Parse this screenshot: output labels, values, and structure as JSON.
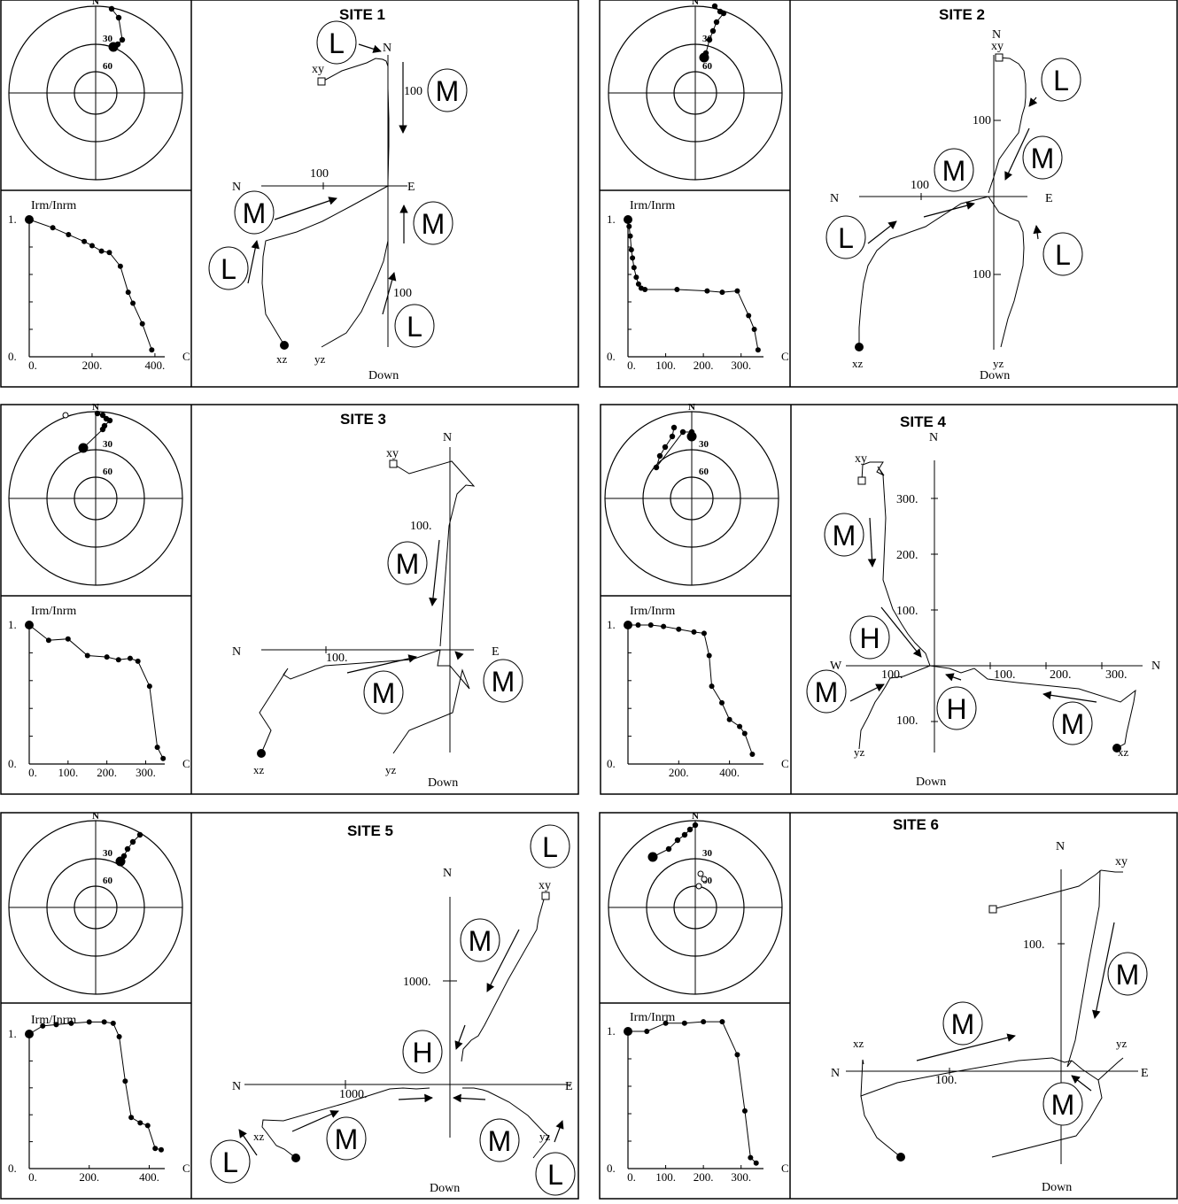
{
  "sites": [
    {
      "title": "SITE 1",
      "polar_labels": [
        "N",
        "30",
        "60"
      ],
      "polar": [
        [
          18,
          -95
        ],
        [
          26,
          -85
        ],
        [
          30,
          -60
        ],
        [
          25,
          -55
        ],
        [
          20,
          -52
        ]
      ],
      "polar_open": [],
      "decay": {
        "ylabel": "Irm/Inrm",
        "y0": "0.",
        "y1": "1.",
        "unit": "C",
        "xticks": [
          {
            "v": 0,
            "t": "0."
          },
          {
            "v": 200,
            "t": "200."
          },
          {
            "v": 400,
            "t": "400."
          }
        ],
        "xmax": 420,
        "points": [
          [
            0,
            1.0
          ],
          [
            75,
            0.94
          ],
          [
            125,
            0.89
          ],
          [
            175,
            0.84
          ],
          [
            200,
            0.81
          ],
          [
            230,
            0.77
          ],
          [
            255,
            0.76
          ],
          [
            290,
            0.66
          ],
          [
            315,
            0.47
          ],
          [
            330,
            0.39
          ],
          [
            360,
            0.24
          ],
          [
            390,
            0.05
          ]
        ]
      },
      "axes": {
        "N": "N",
        "E": "E",
        "down": "Down",
        "xy": "xy",
        "xz": "xz",
        "yz": "yz",
        "tick_h": "100",
        "tick_v": "100",
        "tick_v2": "100"
      },
      "markers": [
        "L",
        "M",
        "M",
        "M",
        "L",
        "L"
      ]
    },
    {
      "title": "SITE 2",
      "polar_labels": [
        "N",
        "30",
        "60"
      ],
      "polar": [
        [
          22,
          -98
        ],
        [
          28,
          -92
        ],
        [
          32,
          -90
        ],
        [
          24,
          -80
        ],
        [
          20,
          -70
        ],
        [
          16,
          -60
        ],
        [
          12,
          -45
        ],
        [
          10,
          -40
        ]
      ],
      "polar_open": [],
      "decay": {
        "ylabel": "Irm/Inrm",
        "y0": "0.",
        "y1": "1.",
        "unit": "C",
        "xticks": [
          {
            "v": 0,
            "t": "0."
          },
          {
            "v": 100,
            "t": "100."
          },
          {
            "v": 200,
            "t": "200."
          },
          {
            "v": 300,
            "t": "300."
          }
        ],
        "xmax": 350,
        "points": [
          [
            0,
            1.0
          ],
          [
            3,
            0.95
          ],
          [
            6,
            0.88
          ],
          [
            9,
            0.78
          ],
          [
            12,
            0.72
          ],
          [
            16,
            0.65
          ],
          [
            22,
            0.58
          ],
          [
            28,
            0.53
          ],
          [
            35,
            0.5
          ],
          [
            45,
            0.49
          ],
          [
            130,
            0.49
          ],
          [
            210,
            0.48
          ],
          [
            250,
            0.47
          ],
          [
            290,
            0.48
          ],
          [
            320,
            0.3
          ],
          [
            335,
            0.2
          ],
          [
            345,
            0.05
          ]
        ]
      },
      "axes": {
        "N": "N",
        "E": "E",
        "down": "Down",
        "xy": "xy",
        "xz": "xz",
        "yz": "yz",
        "tick_h": "100",
        "tick_v": "100",
        "tick_v2": "100"
      },
      "markers": [
        "L",
        "M",
        "M",
        "L",
        "L"
      ]
    },
    {
      "title": "SITE 3",
      "polar_labels": [
        "N",
        "30",
        "60"
      ],
      "polar": [
        [
          2,
          -96
        ],
        [
          8,
          -94
        ],
        [
          12,
          -90
        ],
        [
          16,
          -88
        ],
        [
          10,
          -82
        ],
        [
          8,
          -78
        ],
        [
          -14,
          -57
        ]
      ],
      "polar_open": [
        [
          -34,
          -94
        ]
      ],
      "decay": {
        "ylabel": "Irm/Inrm",
        "y0": "0.",
        "y1": "1.",
        "unit": "C",
        "xticks": [
          {
            "v": 0,
            "t": "0."
          },
          {
            "v": 100,
            "t": "100."
          },
          {
            "v": 200,
            "t": "200."
          },
          {
            "v": 300,
            "t": "300."
          }
        ],
        "xmax": 340,
        "points": [
          [
            0,
            1.0
          ],
          [
            50,
            0.89
          ],
          [
            100,
            0.9
          ],
          [
            150,
            0.78
          ],
          [
            200,
            0.77
          ],
          [
            230,
            0.75
          ],
          [
            260,
            0.76
          ],
          [
            280,
            0.74
          ],
          [
            310,
            0.56
          ],
          [
            330,
            0.12
          ],
          [
            345,
            0.04
          ]
        ]
      },
      "axes": {
        "N": "N",
        "E": "E",
        "down": "Down",
        "xy": "xy",
        "xz": "xz",
        "yz": "yz",
        "tick_h": "100.",
        "tick_v": "100.",
        "tick_v2": ""
      },
      "markers": [
        "M",
        "M",
        "M"
      ]
    },
    {
      "title": "SITE 4",
      "polar_labels": [
        "N",
        "30",
        "60"
      ],
      "polar": [
        [
          -20,
          -80
        ],
        [
          -22,
          -70
        ],
        [
          -30,
          -58
        ],
        [
          -36,
          -48
        ],
        [
          -40,
          -35
        ],
        [
          -10,
          -75
        ],
        [
          0,
          -75
        ],
        [
          0,
          -70
        ]
      ],
      "polar_open": [],
      "decay": {
        "ylabel": "Irm/Inrm",
        "y0": "0.",
        "y1": "1.",
        "unit": "C",
        "xticks": [
          {
            "v": 200,
            "t": "200."
          },
          {
            "v": 400,
            "t": "400."
          }
        ],
        "xmax": 520,
        "points": [
          [
            0,
            1.0
          ],
          [
            40,
            1.0
          ],
          [
            90,
            1.0
          ],
          [
            140,
            0.99
          ],
          [
            200,
            0.97
          ],
          [
            260,
            0.95
          ],
          [
            300,
            0.94
          ],
          [
            320,
            0.78
          ],
          [
            330,
            0.56
          ],
          [
            370,
            0.44
          ],
          [
            400,
            0.32
          ],
          [
            440,
            0.27
          ],
          [
            460,
            0.22
          ],
          [
            490,
            0.07
          ]
        ]
      },
      "axes": {
        "N": "N",
        "E": "N",
        "W": "W",
        "down": "Down",
        "xy": "xy",
        "xz": "xz",
        "yz": "yz",
        "ticks_v": [
          "300.",
          "200.",
          "100.",
          "100."
        ],
        "ticks_h": [
          "100.",
          "200.",
          "300."
        ],
        "tick_w": "100."
      },
      "markers": [
        "M",
        "H",
        "M",
        "H",
        "M"
      ]
    },
    {
      "title": "SITE 5",
      "polar_labels": [
        "N",
        "30",
        "60"
      ],
      "polar": [
        [
          50,
          -82
        ],
        [
          42,
          -74
        ],
        [
          36,
          -66
        ],
        [
          32,
          -58
        ],
        [
          28,
          -52
        ]
      ],
      "polar_open": [],
      "decay": {
        "ylabel": "Irm/Inrm",
        "y0": "0.",
        "y1": "1.",
        "unit": "C",
        "xticks": [
          {
            "v": 0,
            "t": "0."
          },
          {
            "v": 200,
            "t": "200."
          },
          {
            "v": 400,
            "t": "400."
          }
        ],
        "xmax": 440,
        "points": [
          [
            0,
            1.0
          ],
          [
            45,
            1.06
          ],
          [
            90,
            1.07
          ],
          [
            140,
            1.08
          ],
          [
            200,
            1.09
          ],
          [
            250,
            1.09
          ],
          [
            280,
            1.08
          ],
          [
            300,
            0.98
          ],
          [
            320,
            0.65
          ],
          [
            340,
            0.38
          ],
          [
            370,
            0.34
          ],
          [
            395,
            0.32
          ],
          [
            420,
            0.15
          ],
          [
            440,
            0.14
          ]
        ]
      },
      "axes": {
        "N": "N",
        "E": "E",
        "down": "Down",
        "xy": "xy",
        "xz": "xz",
        "yz": "yz",
        "tick_h": "1000.",
        "tick_v": "1000."
      },
      "markers": [
        "L",
        "M",
        "H",
        "M",
        "M",
        "L",
        "L"
      ]
    },
    {
      "title": "SITE 6",
      "polar_labels": [
        "N",
        "30",
        "60"
      ],
      "polar": [
        [
          0,
          -93
        ],
        [
          -6,
          -88
        ],
        [
          -12,
          -82
        ],
        [
          -20,
          -76
        ],
        [
          -30,
          -66
        ],
        [
          -48,
          -57
        ]
      ],
      "polar_open": [
        [
          6,
          -38
        ],
        [
          10,
          -32
        ],
        [
          4,
          -24
        ]
      ],
      "decay": {
        "ylabel": "Irm/Inrm",
        "y0": "0.",
        "y1": "1.",
        "unit": "C",
        "xticks": [
          {
            "v": 0,
            "t": "0."
          },
          {
            "v": 100,
            "t": "100."
          },
          {
            "v": 200,
            "t": "200."
          },
          {
            "v": 300,
            "t": "300."
          }
        ],
        "xmax": 350,
        "points": [
          [
            0,
            1.0
          ],
          [
            50,
            1.0
          ],
          [
            100,
            1.06
          ],
          [
            150,
            1.06
          ],
          [
            200,
            1.07
          ],
          [
            250,
            1.07
          ],
          [
            290,
            0.83
          ],
          [
            310,
            0.42
          ],
          [
            325,
            0.08
          ],
          [
            340,
            0.04
          ]
        ]
      },
      "axes": {
        "N": "N",
        "E": "E",
        "down": "Down",
        "xy": "xy",
        "xz": "xz",
        "yz": "yz",
        "tick_h": "100.",
        "tick_v": "100."
      },
      "markers": [
        "M",
        "M",
        "M"
      ]
    }
  ]
}
